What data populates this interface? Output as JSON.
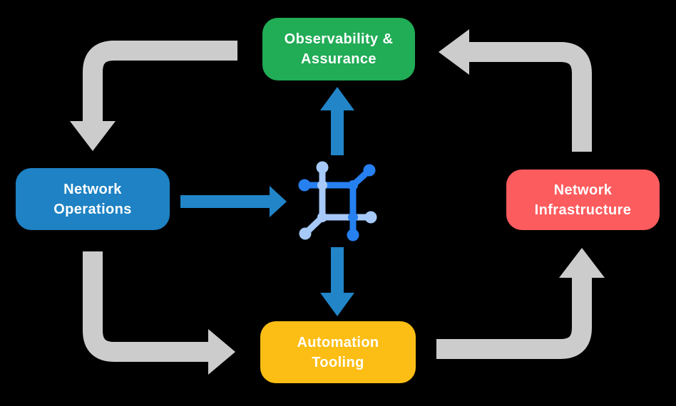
{
  "colors": {
    "bg": "#000000",
    "green": "#21AC56",
    "blue": "#1E82C4",
    "red": "#FD5C5E",
    "yellow": "#FCBE14",
    "gray": "#CCCCCC",
    "arrow_blue": "#2185C8",
    "icon_dark": "#2680F0",
    "icon_light": "#A6C9F7",
    "label": "#FFFFFF"
  },
  "nodes": {
    "observability": {
      "label": "Observability &\nAssurance"
    },
    "operations": {
      "label": "Network\nOperations"
    },
    "infrastructure": {
      "label": "Network\nInfrastructure"
    },
    "automation": {
      "label": "Automation\nTooling"
    }
  },
  "center_icon": "network-mesh-icon",
  "flows": [
    "observability -> operations (gray cycle arrow, top-left)",
    "operations -> automation (gray cycle arrow, bottom-left)",
    "automation -> infrastructure (gray cycle arrow, bottom-right)",
    "infrastructure -> observability (gray cycle arrow, top-right)",
    "operations -> center icon (blue arrow, right)",
    "center icon -> observability (blue arrow, up)",
    "center icon -> automation (blue arrow, down)"
  ]
}
